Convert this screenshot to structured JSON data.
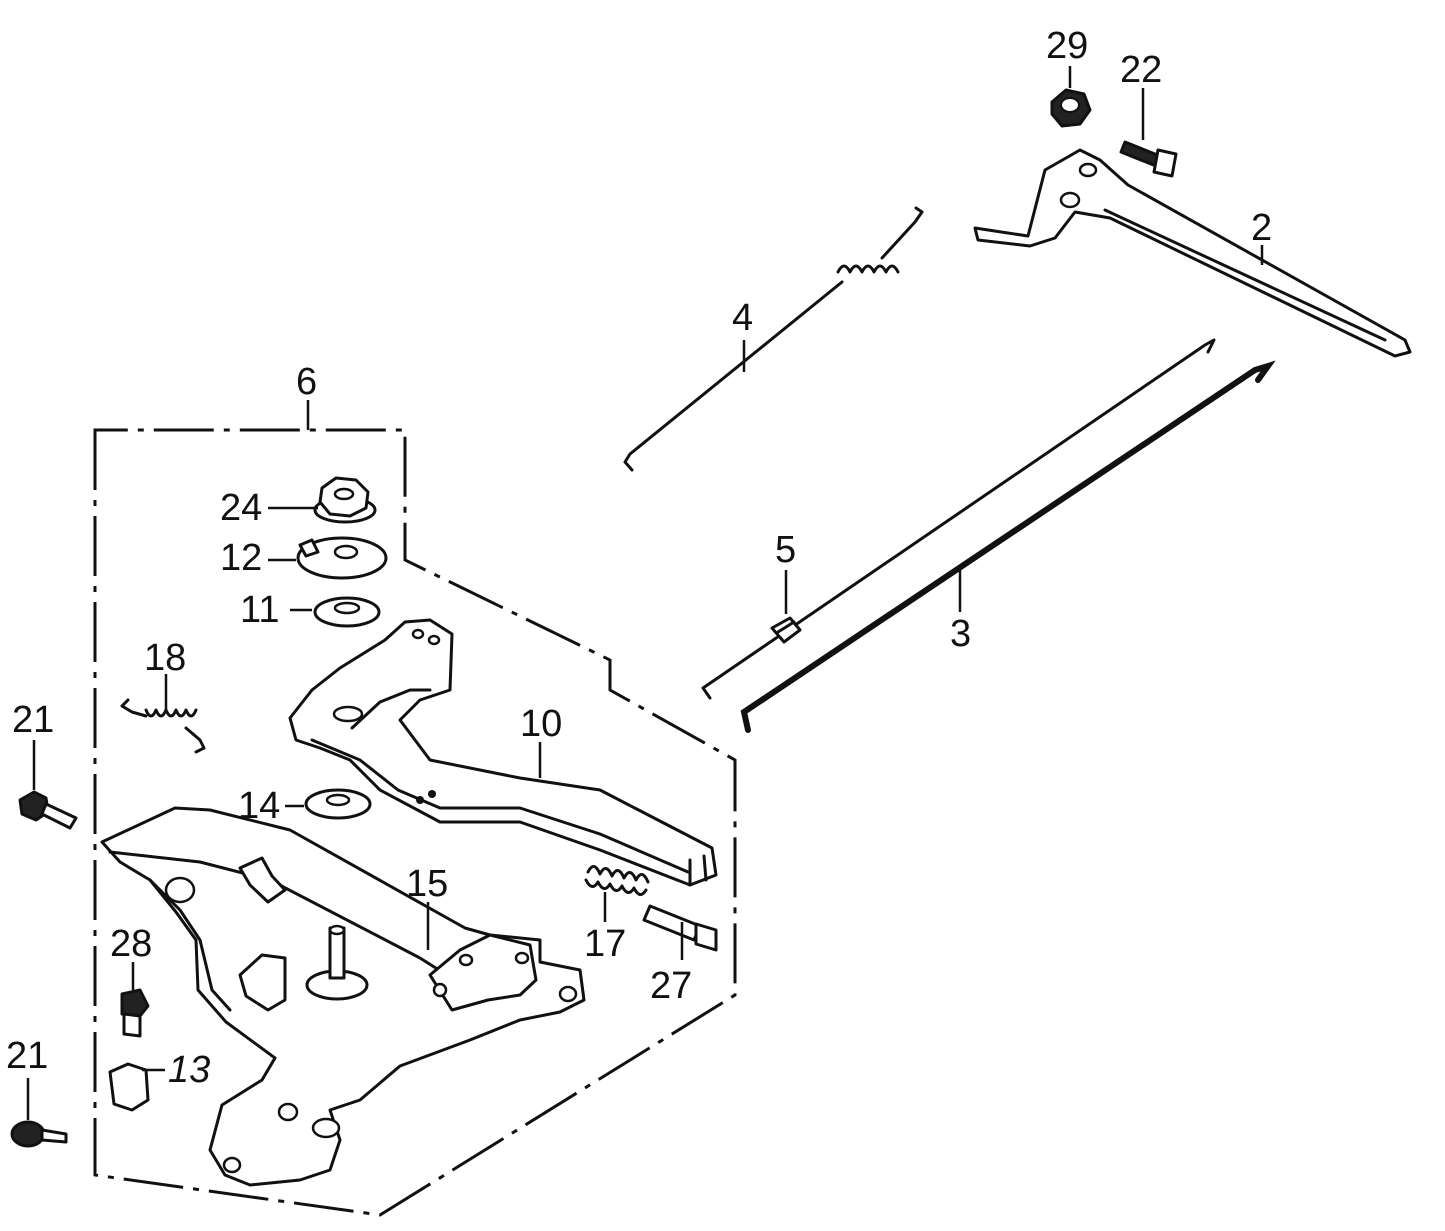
{
  "callouts": {
    "c29": "29",
    "c22": "22",
    "c2": "2",
    "c4": "4",
    "c6": "6",
    "c3": "3",
    "c5": "5",
    "c24": "24",
    "c12": "12",
    "c11": "11",
    "c18": "18",
    "c21_top": "21",
    "c10": "10",
    "c14": "14",
    "c15": "15",
    "c17": "17",
    "c27": "27",
    "c28": "28",
    "c13": "13",
    "c21_bottom": "21"
  }
}
